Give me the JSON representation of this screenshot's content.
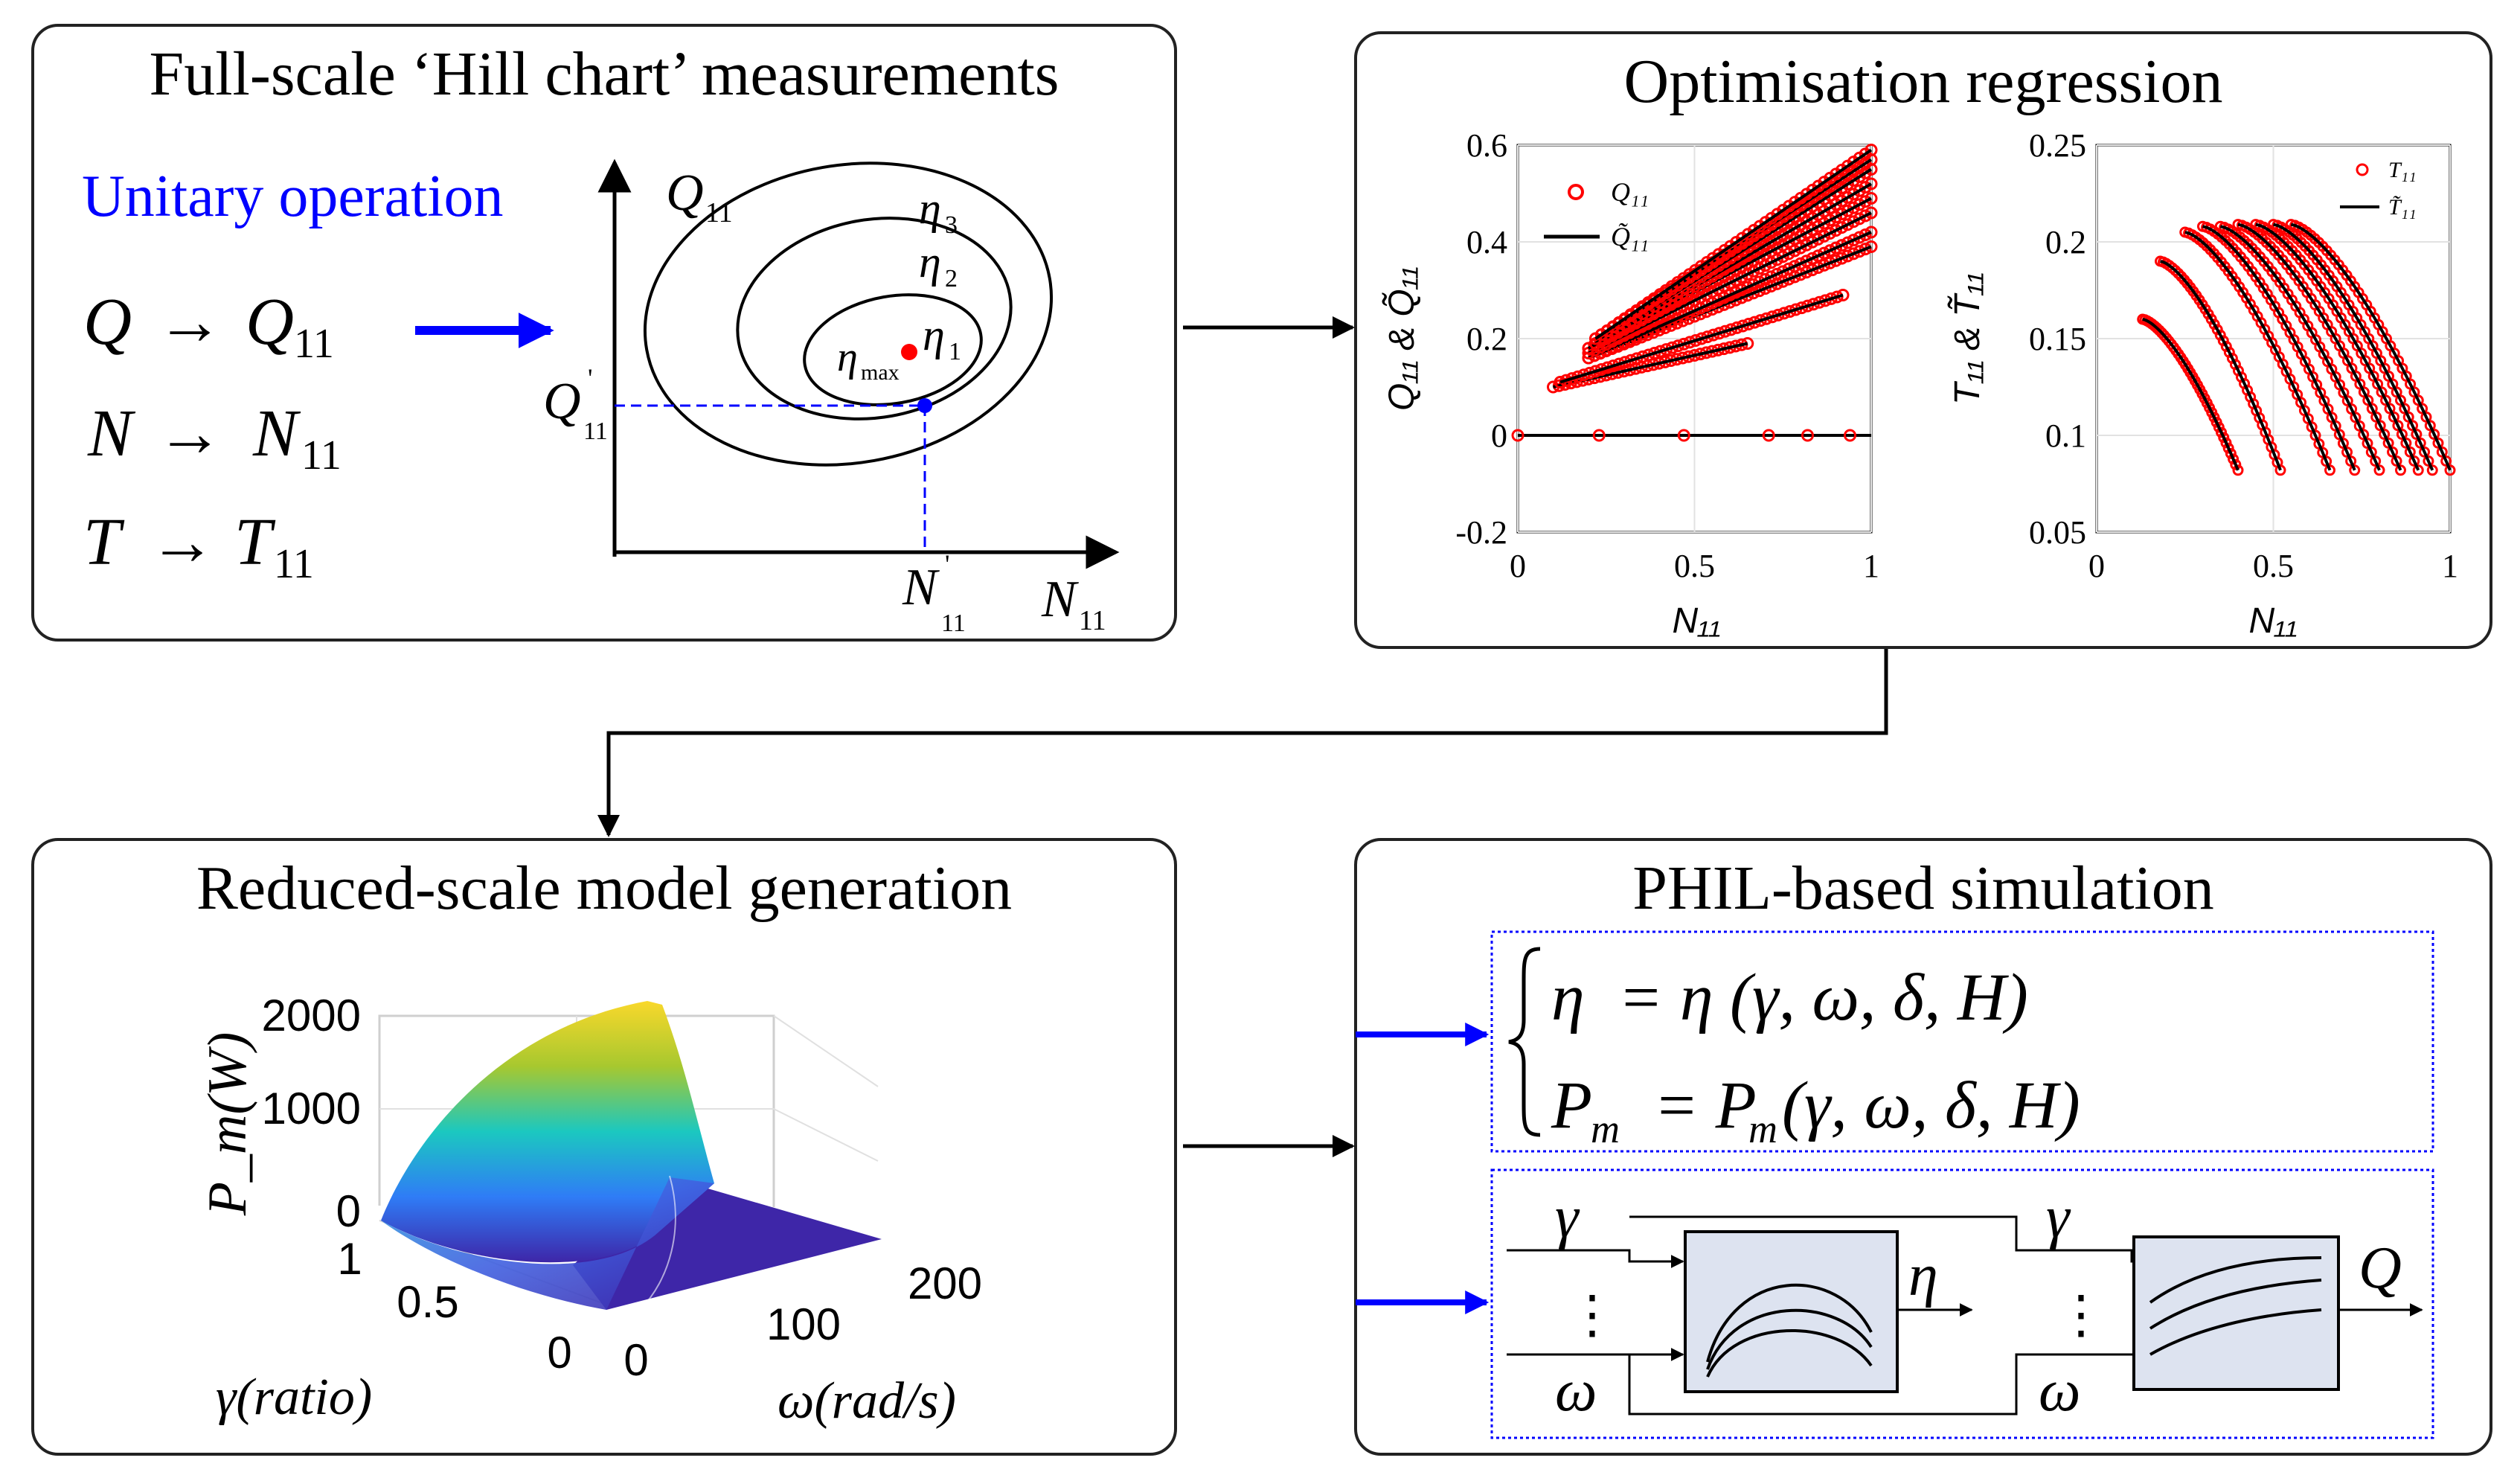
{
  "colors": {
    "accent_blue": "#0000ff",
    "marker_red": "#ff0000",
    "line_black": "#000000",
    "block_fill": "#dde3f0"
  },
  "panels": {
    "hill": {
      "title": "Full-scale ‘Hill chart’ measurements",
      "unitary_heading": "Unitary operation",
      "mappings": [
        {
          "from": "Q",
          "to": "Q",
          "sub": "11"
        },
        {
          "from": "N",
          "to": "N",
          "sub": "11"
        },
        {
          "from": "T",
          "to": "T",
          "sub": "11"
        }
      ],
      "arrow_glyph": "→",
      "chart": {
        "y_axis_label": "Q",
        "y_axis_sub": "11",
        "x_axis_label": "N",
        "x_axis_sub": "11",
        "q_prime": "Q",
        "q_prime_mark": "'",
        "q_prime_sub": "11",
        "n_prime": "N",
        "n_prime_mark": "'",
        "n_prime_sub": "11",
        "contours": [
          {
            "symbol": "η",
            "sub": "3"
          },
          {
            "symbol": "η",
            "sub": "2"
          },
          {
            "symbol": "η",
            "sub": "1"
          }
        ],
        "eta_max": "η",
        "eta_max_sub": "max"
      }
    },
    "optimisation": {
      "title": "Optimisation regression"
    },
    "reduced": {
      "title": "Reduced-scale model generation"
    },
    "phil": {
      "title": "PHIL-based simulation",
      "equation1": "η  = η (γ, ω, δ, H)",
      "equation2_lhs": "P",
      "equation2_lhs_sub": "m",
      "equation2_mid": " = P",
      "equation2_mid_sub": "m",
      "equation2_rhs": "(γ, ω, δ, H)",
      "block1_inputs": [
        "γ",
        "⋮",
        "ω"
      ],
      "block1_output": "η",
      "block2_inputs": [
        "γ",
        "⋮",
        "ω"
      ],
      "block2_output": "Q"
    }
  },
  "chart_data": [
    {
      "type": "scatter",
      "xlabel": "N₁₁",
      "ylabel": "Q₁₁ & Q̃₁₁",
      "xlim": [
        0,
        1
      ],
      "ylim": [
        -0.2,
        0.6
      ],
      "xticks": [
        "0",
        "0.5",
        "1"
      ],
      "yticks": [
        "-0.2",
        "0",
        "0.2",
        "0.4",
        "0.6"
      ],
      "grid": true,
      "legend_position": "top-left",
      "series": [
        {
          "name": "Q₁₁",
          "marker": "circle",
          "color": "#ff0000"
        },
        {
          "name": "Q̃₁₁",
          "marker": "line",
          "color": "#000000"
        }
      ],
      "zero_points": [
        0,
        0.23,
        0.47,
        0.71,
        0.82,
        0.94
      ],
      "fits": [
        {
          "x": [
            0.1,
            0.65
          ],
          "y": [
            0.1,
            0.19
          ]
        },
        {
          "x": [
            0.12,
            0.92
          ],
          "y": [
            0.11,
            0.29
          ]
        },
        {
          "x": [
            0.2,
            1.0
          ],
          "y": [
            0.16,
            0.39
          ]
        },
        {
          "x": [
            0.2,
            1.0
          ],
          "y": [
            0.16,
            0.42
          ]
        },
        {
          "x": [
            0.2,
            1.0
          ],
          "y": [
            0.17,
            0.46
          ]
        },
        {
          "x": [
            0.2,
            1.0
          ],
          "y": [
            0.18,
            0.49
          ]
        },
        {
          "x": [
            0.2,
            1.0
          ],
          "y": [
            0.18,
            0.52
          ]
        },
        {
          "x": [
            0.22,
            1.0
          ],
          "y": [
            0.19,
            0.55
          ]
        },
        {
          "x": [
            0.22,
            1.0
          ],
          "y": [
            0.2,
            0.57
          ]
        },
        {
          "x": [
            0.22,
            1.0
          ],
          "y": [
            0.2,
            0.59
          ]
        }
      ]
    },
    {
      "type": "scatter",
      "xlabel": "N₁₁",
      "ylabel": "T₁₁ & T̃₁₁",
      "xlim": [
        0,
        1
      ],
      "ylim": [
        0.05,
        0.25
      ],
      "xticks": [
        "0",
        "0.5",
        "1"
      ],
      "yticks": [
        "0.05",
        "0.1",
        "0.15",
        "0.2",
        "0.25"
      ],
      "grid": true,
      "legend_position": "top-right",
      "series": [
        {
          "name": "T₁₁",
          "marker": "circle",
          "color": "#ff0000"
        },
        {
          "name": "T̃₁₁",
          "marker": "line",
          "color": "#000000"
        }
      ],
      "curves": [
        {
          "x0": 0.13,
          "x1": 0.4,
          "y0": 0.16,
          "y1": 0.082
        },
        {
          "x0": 0.18,
          "x1": 0.52,
          "y0": 0.19,
          "y1": 0.082
        },
        {
          "x0": 0.25,
          "x1": 0.66,
          "y0": 0.205,
          "y1": 0.082
        },
        {
          "x0": 0.3,
          "x1": 0.73,
          "y0": 0.208,
          "y1": 0.082
        },
        {
          "x0": 0.35,
          "x1": 0.8,
          "y0": 0.208,
          "y1": 0.082
        },
        {
          "x0": 0.4,
          "x1": 0.86,
          "y0": 0.209,
          "y1": 0.082
        },
        {
          "x0": 0.45,
          "x1": 0.91,
          "y0": 0.209,
          "y1": 0.082
        },
        {
          "x0": 0.5,
          "x1": 0.95,
          "y0": 0.209,
          "y1": 0.082
        },
        {
          "x0": 0.55,
          "x1": 1.0,
          "y0": 0.209,
          "y1": 0.082
        }
      ]
    },
    {
      "type": "surface",
      "zlabel": "P_m(W)",
      "ylabel": "γ(ratio)",
      "xlabel": "ω(rad/s)",
      "zlim": [
        0,
        2000
      ],
      "zticks": [
        "0",
        "1000",
        "2000"
      ],
      "yticks": [
        "0",
        "0.5",
        "1"
      ],
      "xticks": [
        "0",
        "100",
        "200"
      ],
      "peak_value": 2000,
      "colormap": "parula"
    }
  ]
}
